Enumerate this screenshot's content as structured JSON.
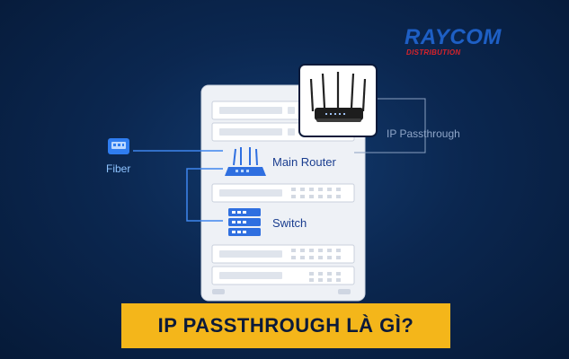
{
  "brand": {
    "name": "RAYCOM",
    "subtitle": "DISTRIBUTION",
    "color": "#1e5fc4",
    "subtitle_color": "#d8232a"
  },
  "diagram": {
    "fiber_label": "Fiber",
    "main_router_label": "Main Router",
    "switch_label": "Switch",
    "ip_passthrough_label": "IP Passthrough"
  },
  "banner": {
    "title": "IP PASSTHROUGH LÀ GÌ?",
    "background": "#f4b61a"
  },
  "icons": [
    "fiber-modem-icon",
    "router-icon",
    "switch-icon",
    "router-icon"
  ]
}
